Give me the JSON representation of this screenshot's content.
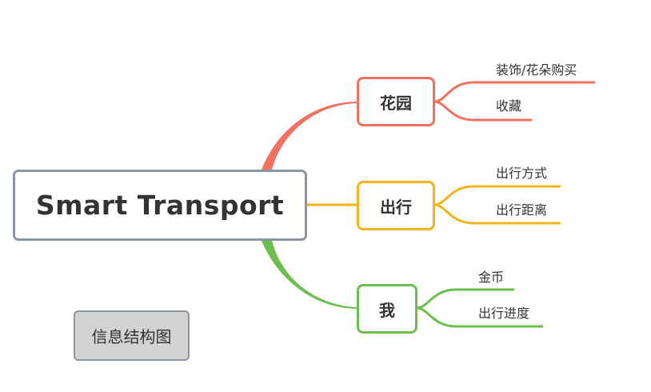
{
  "diagram": {
    "type": "mind-map",
    "root": {
      "label": "Smart Transport",
      "border_color": "#8c95a3"
    },
    "branches": [
      {
        "label": "花园",
        "color": "#f0715f",
        "children": [
          "装饰/花朵购买",
          "收藏"
        ]
      },
      {
        "label": "出行",
        "color": "#f5b21b",
        "children": [
          "出行方式",
          "出行距离"
        ]
      },
      {
        "label": "我",
        "color": "#6cbf4f",
        "children": [
          "金币",
          "出行进度"
        ]
      }
    ],
    "legend_label": "信息结构图",
    "legend_background": "#d3d3d3"
  }
}
